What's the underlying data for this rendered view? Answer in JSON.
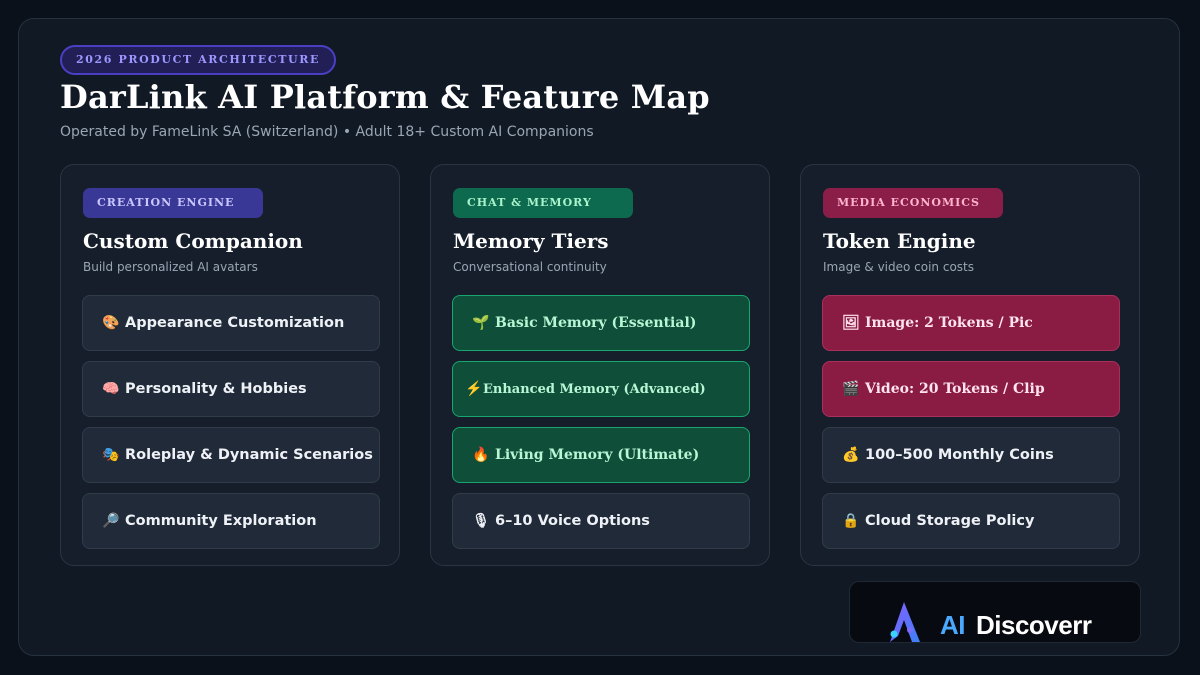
{
  "header": {
    "eyebrow": "2026 PRODUCT ARCHITECTURE",
    "title": "DarLink AI Platform & Feature Map",
    "subtitle": "Operated by FameLink SA (Switzerland) • Adult 18+ Custom AI Companions"
  },
  "columns": [
    {
      "tag": "CREATION ENGINE",
      "title": "Custom Companion",
      "subtitle": "Build personalized AI avatars",
      "items": [
        {
          "icon": "🎨",
          "icon_name": "palette-icon",
          "label": "Appearance Customization"
        },
        {
          "icon": "🧠",
          "icon_name": "brain-icon",
          "label": "Personality & Hobbies"
        },
        {
          "icon": "🎭",
          "icon_name": "theater-masks-icon",
          "label": "Roleplay & Dynamic Scenarios"
        },
        {
          "icon": "🔎",
          "icon_name": "magnifier-icon",
          "label": "Community Exploration"
        }
      ]
    },
    {
      "tag": "CHAT & MEMORY",
      "title": "Memory Tiers",
      "subtitle": "Conversational continuity",
      "items": [
        {
          "icon": "🌱",
          "icon_name": "seedling-icon",
          "label": "Basic Memory (Essential)"
        },
        {
          "icon": "⚡",
          "icon_name": "lightning-icon",
          "label": "Enhanced Memory (Advanced)"
        },
        {
          "icon": "🔥",
          "icon_name": "flame-icon",
          "label": "Living Memory (Ultimate)"
        },
        {
          "icon": "🎙",
          "icon_name": "microphone-icon",
          "label": "6–10 Voice Options"
        }
      ]
    },
    {
      "tag": "MEDIA ECONOMICS",
      "title": "Token Engine",
      "subtitle": "Image & video coin costs",
      "items": [
        {
          "icon": "🖼",
          "icon_name": "picture-icon",
          "label": "Image: 2 Tokens / Pic"
        },
        {
          "icon": "🎬",
          "icon_name": "clapperboard-icon",
          "label": "Video: 20 Tokens / Clip"
        },
        {
          "icon": "💰",
          "icon_name": "money-bag-icon",
          "label": "100–500 Monthly Coins"
        },
        {
          "icon": "🔒",
          "icon_name": "lock-icon",
          "label": "Cloud Storage Policy"
        }
      ]
    }
  ],
  "brand": {
    "accent": "AI",
    "name": "Discoverr",
    "accent_color": "#4aa8ff"
  },
  "colors": {
    "purple": "#3a3896",
    "green": "#0e6a4e",
    "pink": "#8a1e48"
  }
}
